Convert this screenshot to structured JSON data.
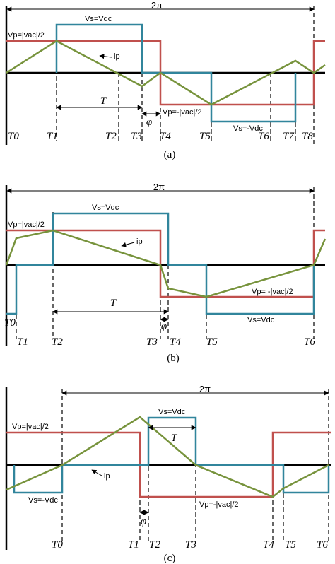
{
  "colors": {
    "red": "#c0504d",
    "blue": "#31859c",
    "green": "#77933c",
    "black": "#000000"
  },
  "panel_a": {
    "period": "2π",
    "vs_pos": "Vs=Vdc",
    "vp_pos": "Vp=|vac|/2",
    "ip": "ip",
    "vp_neg": "Vp=-|vac|/2",
    "vs_neg": "Vs=-Vdc",
    "T": "T",
    "phi": "φ",
    "t0": "T0",
    "t1": "T1",
    "t2": "T2",
    "t3": "T3",
    "t4": "T4",
    "t5": "T5",
    "t6": "T6",
    "t7": "T7",
    "t8": "T8",
    "caption": "(a)"
  },
  "panel_b": {
    "period": "2π",
    "vs_pos": "Vs=Vdc",
    "vp_pos": "Vp=|vac|/2",
    "ip": "ip",
    "vp_neg": "Vp= -|vac|/2",
    "vs_neg": "Vs=Vdc",
    "T": "T",
    "phi": "φ",
    "t0": "T0",
    "t1": "T1",
    "t2": "T2",
    "t3": "T3",
    "t4": "T4",
    "t5": "T5",
    "t6": "T6",
    "caption": "(b)"
  },
  "panel_c": {
    "period": "2π",
    "vs_pos": "Vs=Vdc",
    "vp_pos": "Vp=|vac|/2",
    "ip": "ip",
    "vp_neg": "Vp=-|vac|/2",
    "vs_neg": "Vs=-Vdc",
    "T": "T",
    "phi": "φ",
    "t0": "T0",
    "t1": "T1",
    "t2": "T2",
    "t3": "T3",
    "t4": "T4",
    "t5": "T5",
    "t6": "T6",
    "caption": "(c)"
  }
}
